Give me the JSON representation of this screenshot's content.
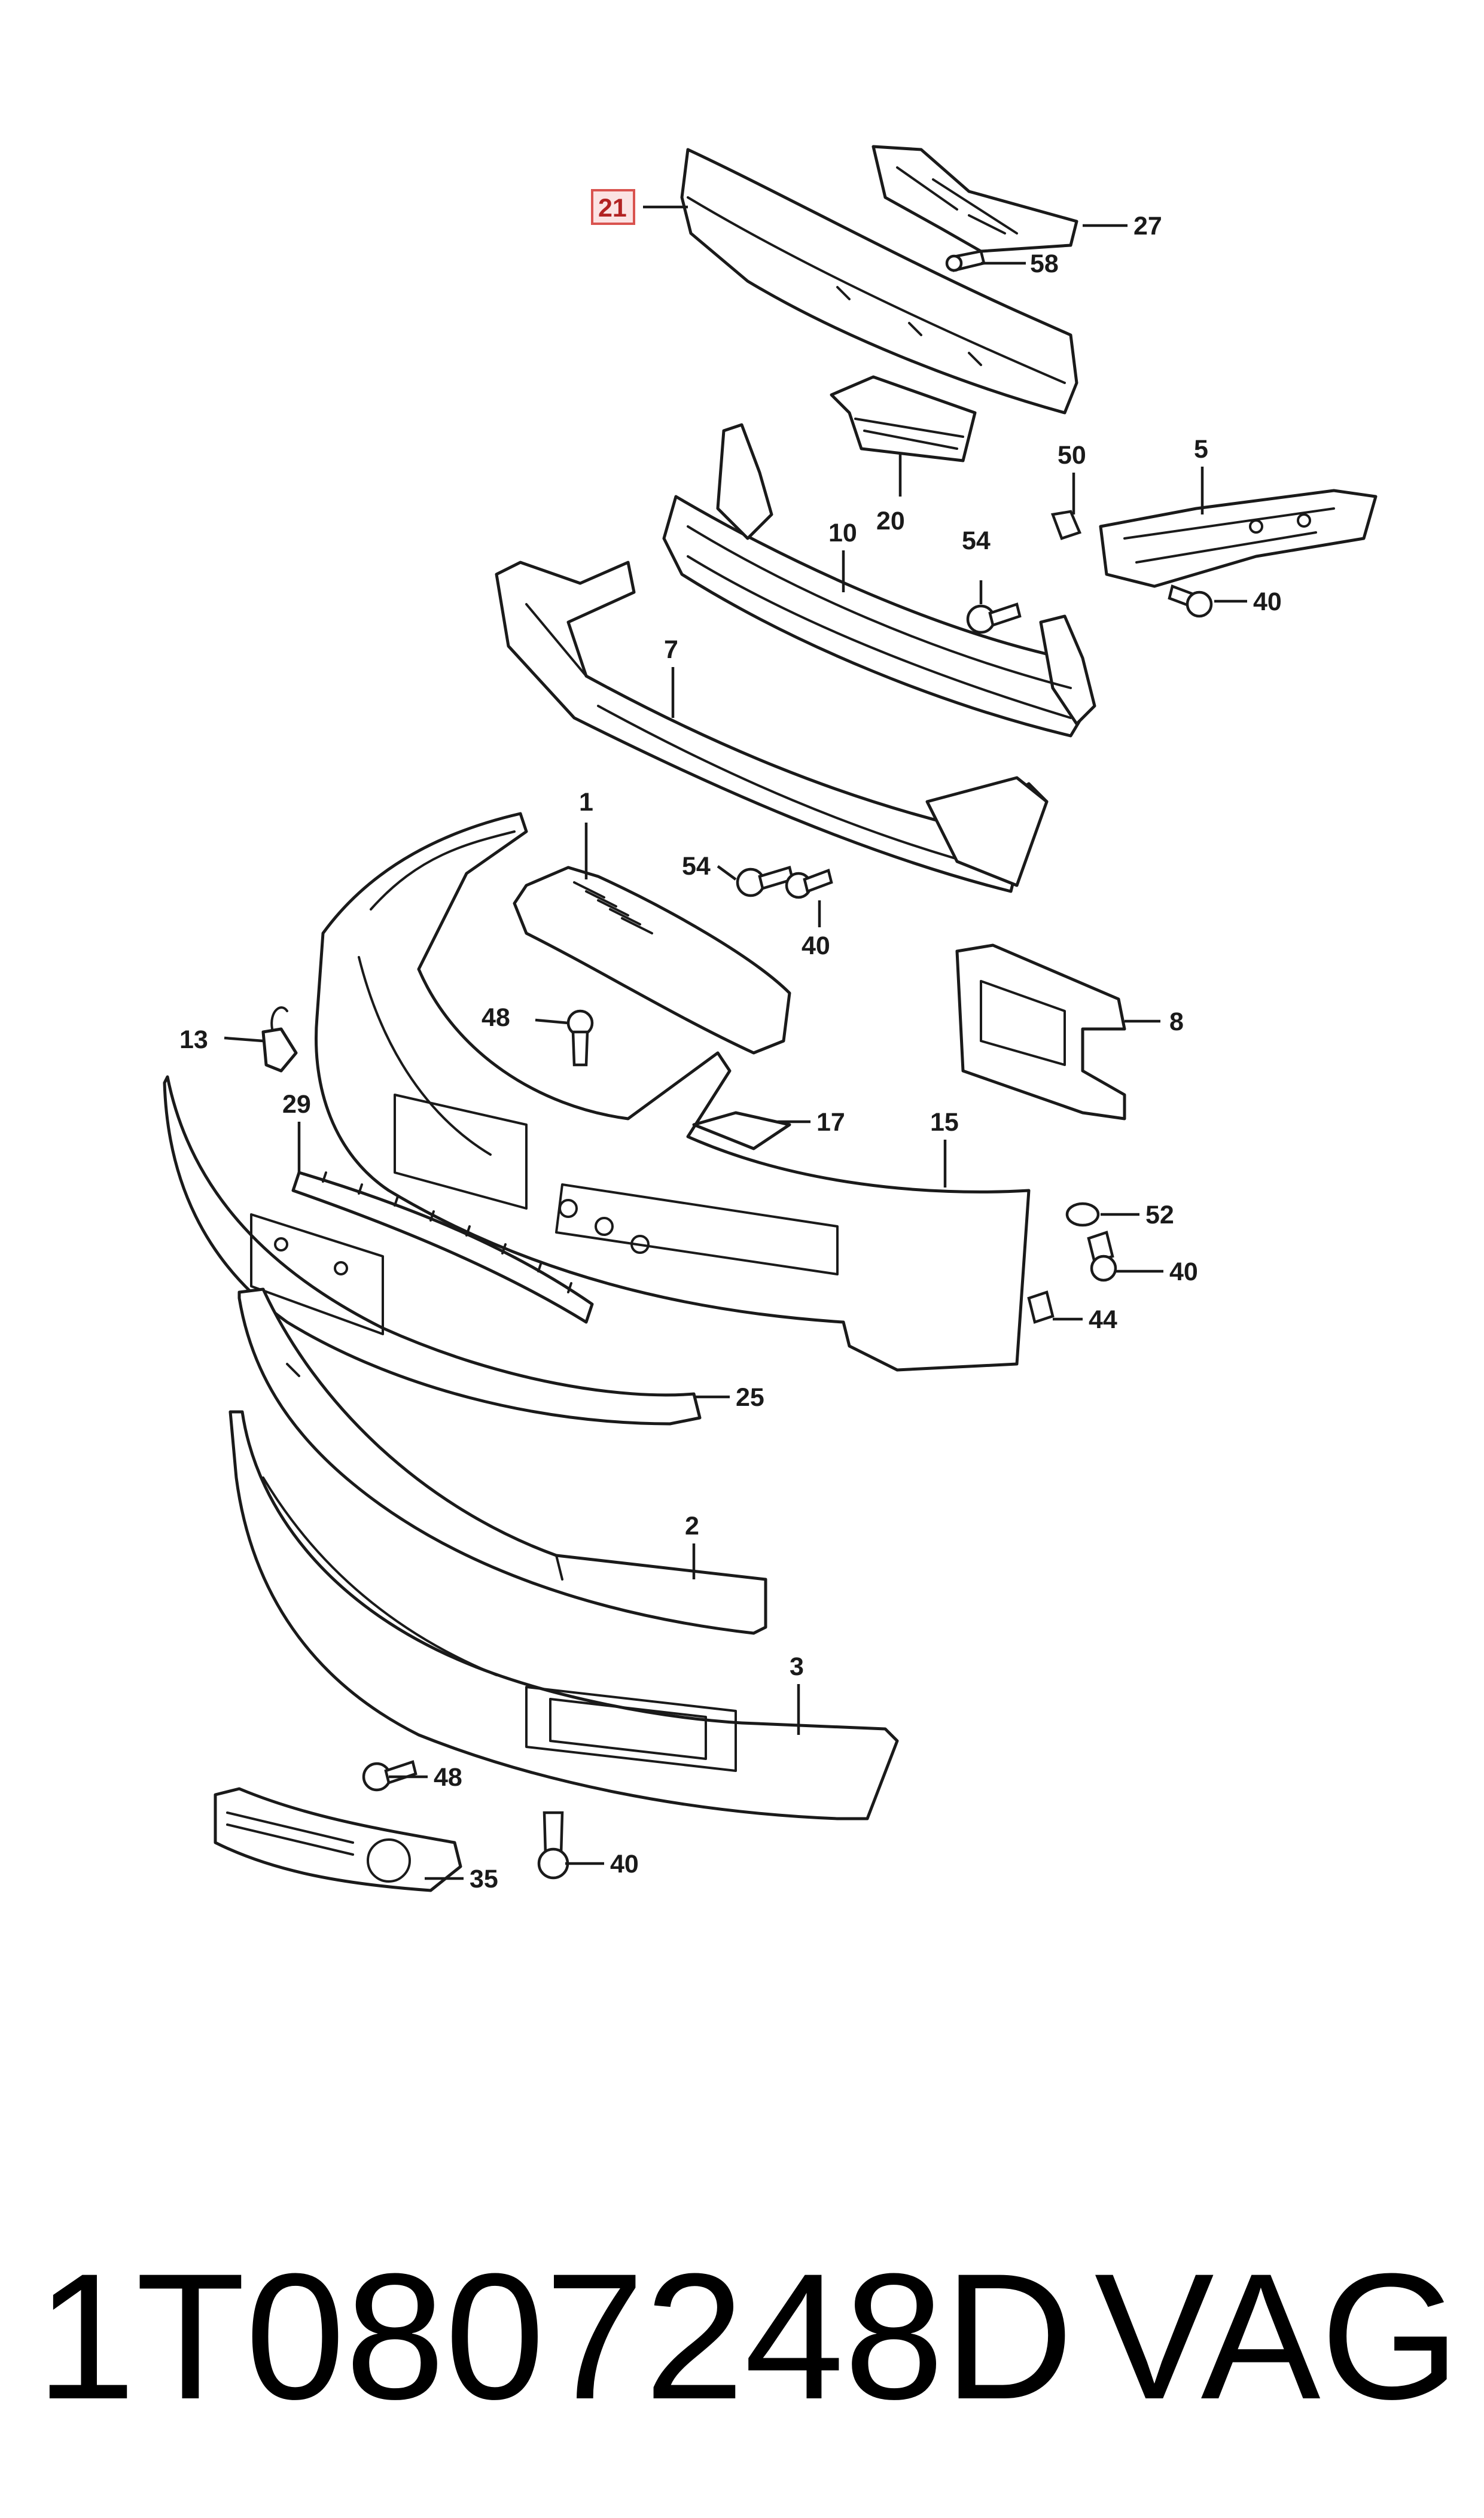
{
  "diagram": {
    "highlighted_callout": "21",
    "colors": {
      "line": "#1a1a1a",
      "highlight_fill": "#fbe3e3",
      "highlight_border": "#d9534f",
      "highlight_text": "#b22222"
    },
    "callouts": [
      {
        "id": "c21",
        "label": "21"
      },
      {
        "id": "c27",
        "label": "27"
      },
      {
        "id": "c58",
        "label": "58"
      },
      {
        "id": "c20",
        "label": "20"
      },
      {
        "id": "c50",
        "label": "50"
      },
      {
        "id": "c5",
        "label": "5"
      },
      {
        "id": "c10",
        "label": "10"
      },
      {
        "id": "c54a",
        "label": "54"
      },
      {
        "id": "c40a",
        "label": "40"
      },
      {
        "id": "c7",
        "label": "7"
      },
      {
        "id": "c1",
        "label": "1"
      },
      {
        "id": "c54b",
        "label": "54"
      },
      {
        "id": "c40b",
        "label": "40"
      },
      {
        "id": "c8",
        "label": "8"
      },
      {
        "id": "c48a",
        "label": "48"
      },
      {
        "id": "c13",
        "label": "13"
      },
      {
        "id": "c29",
        "label": "29"
      },
      {
        "id": "c17",
        "label": "17"
      },
      {
        "id": "c15",
        "label": "15"
      },
      {
        "id": "c52",
        "label": "52"
      },
      {
        "id": "c40c",
        "label": "40"
      },
      {
        "id": "c44",
        "label": "44"
      },
      {
        "id": "c25",
        "label": "25"
      },
      {
        "id": "c2",
        "label": "2"
      },
      {
        "id": "c3",
        "label": "3"
      },
      {
        "id": "c48b",
        "label": "48"
      },
      {
        "id": "c40d",
        "label": "40"
      },
      {
        "id": "c35",
        "label": "35"
      }
    ]
  },
  "caption": {
    "part_number": "1T0807248D",
    "brand": "VAG"
  }
}
